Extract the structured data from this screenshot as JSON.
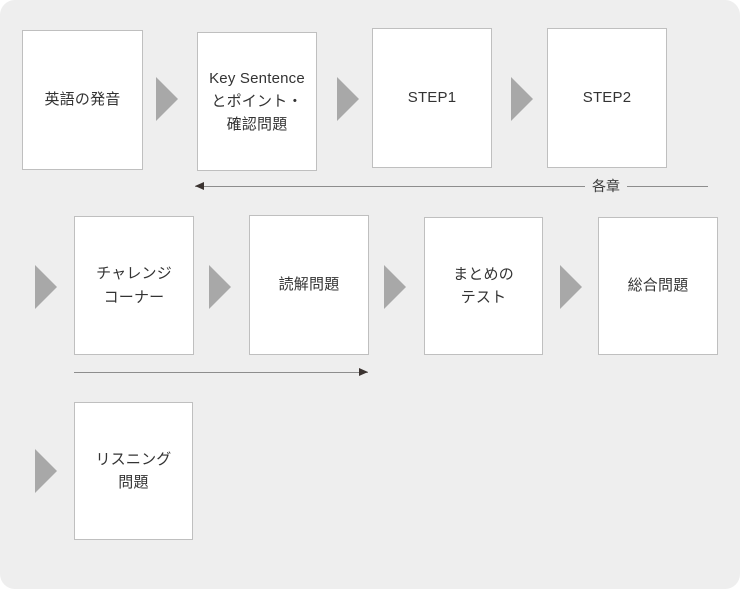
{
  "diagram": {
    "title": "",
    "background_color": "#eeeeee",
    "node_fill": "#ffffff",
    "node_border": "#bfbfbf",
    "arrow_color": "#a8a8a8",
    "line_color": "#8d8d8d",
    "text_color": "#333333",
    "rows": [
      {
        "id": "row-1",
        "nodes": [
          {
            "id": "node-pronunciation",
            "label": "英語の発音"
          },
          {
            "id": "node-key-sentence",
            "label": "Key Sentence\nとポイント・\n確認問題"
          },
          {
            "id": "node-step1",
            "label": "STEP1"
          },
          {
            "id": "node-step2",
            "label": "STEP2"
          }
        ],
        "connector": {
          "id": "connector-chapters",
          "caption": "各章",
          "direction": "left"
        }
      },
      {
        "id": "row-2",
        "nodes": [
          {
            "id": "node-challenge-corner",
            "label": "チャレンジ\nコーナー"
          },
          {
            "id": "node-reading",
            "label": "読解問題"
          },
          {
            "id": "node-summary-test",
            "label": "まとめの\nテスト"
          },
          {
            "id": "node-comprehensive",
            "label": "総合問題"
          }
        ],
        "connector": {
          "id": "connector-row2",
          "caption": "",
          "direction": "right"
        }
      },
      {
        "id": "row-3",
        "nodes": [
          {
            "id": "node-listening",
            "label": "リスニング\n問題"
          }
        ],
        "connector": null
      }
    ]
  }
}
